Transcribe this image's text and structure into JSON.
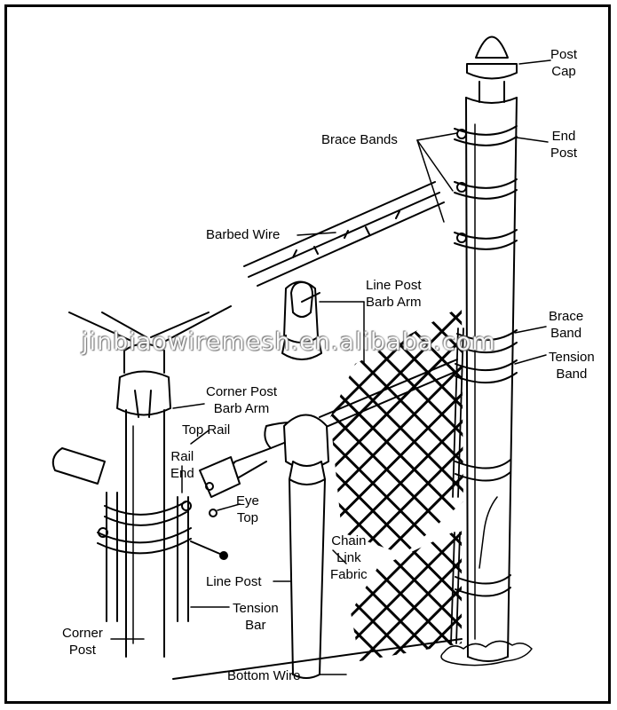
{
  "labels": {
    "post_cap": [
      "Post",
      "Cap"
    ],
    "end_post": [
      "End",
      "Post"
    ],
    "brace_bands": "Brace Bands",
    "barbed_wire": "Barbed Wire",
    "line_post_barb_arm": [
      "Line Post",
      "Barb Arm"
    ],
    "brace_band": [
      "Brace",
      "Band"
    ],
    "tension_band": [
      "Tension",
      "Band"
    ],
    "corner_post_barb_arm": [
      "Corner Post",
      "Barb Arm"
    ],
    "top_rail": "Top Rail",
    "rail_end": [
      "Rail",
      "End"
    ],
    "eye_top": [
      "Eye",
      "Top"
    ],
    "chain_link_fabric": [
      "Chain",
      "Link",
      "Fabric"
    ],
    "line_post": "Line Post",
    "tension_bar": [
      "Tension",
      "Bar"
    ],
    "corner_post": [
      "Corner",
      "Post"
    ],
    "bottom_wire": "Bottom Wire"
  },
  "watermark": "jinbiaowiremesh.en.alibaba.com"
}
